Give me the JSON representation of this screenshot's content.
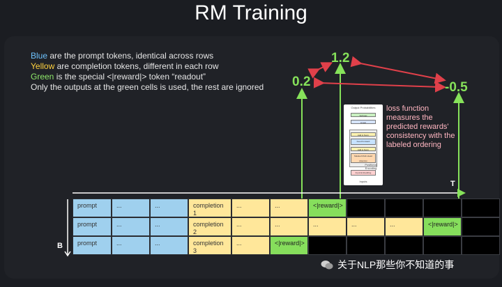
{
  "title": "RM Training",
  "legend": {
    "line1_colored": "Blue",
    "line1_rest": " are the prompt tokens, identical across rows",
    "line2_colored": "Yellow",
    "line2_rest": " are completion tokens, different in each row",
    "line3_colored": "Green",
    "line3_rest": " is the special <|reward|> token “readout”",
    "line4": "Only the outputs at the green cells is used, the rest are ignored"
  },
  "scores": {
    "left": "0.2",
    "middle": "1.2",
    "right": "-0.5"
  },
  "loss_text": "loss function measures the predicted rewards' consistency with the labeled ordering",
  "transformer": {
    "top_label": "Output Probabilities",
    "box_softmax": "Softmax",
    "box_linear": "Linear",
    "box_addnorm": "Add & Norm",
    "box_ff": "Feed Forward",
    "box_attn": "Masked Multi-Head Attention",
    "pos_enc": "Positional Encoding",
    "box_embed": "Input Embedding",
    "bottom_label": "Inputs"
  },
  "axes": {
    "time": "T",
    "batch": "B"
  },
  "rows": [
    {
      "cells": [
        "prompt",
        "...",
        "...",
        "completion\n1",
        "...",
        "...",
        "<|reward|>",
        "",
        "",
        "",
        ""
      ]
    },
    {
      "cells": [
        "prompt",
        "...",
        "...",
        "completion\n2",
        "...",
        "...",
        "...",
        "...",
        "...",
        "<|reward|>",
        ""
      ]
    },
    {
      "cells": [
        "prompt",
        "...",
        "...",
        "completion\n3",
        "...",
        "<|reward|>",
        "",
        "",
        "",
        "",
        ""
      ]
    }
  ],
  "cell_types": [
    [
      "blue",
      "blue",
      "blue",
      "yellow",
      "yellow",
      "yellow",
      "green",
      "empty",
      "empty",
      "empty",
      "empty"
    ],
    [
      "blue",
      "blue",
      "blue",
      "yellow",
      "yellow",
      "yellow",
      "yellow",
      "yellow",
      "yellow",
      "green",
      "empty"
    ],
    [
      "blue",
      "blue",
      "blue",
      "yellow",
      "yellow",
      "green",
      "empty",
      "empty",
      "empty",
      "empty",
      "empty"
    ]
  ],
  "watermark": "关于NLP那些你不知道的事",
  "colors": {
    "green": "#86e25a",
    "red": "#e0404a",
    "blue": "#9fd0ee",
    "yellow": "#ffe79a"
  }
}
